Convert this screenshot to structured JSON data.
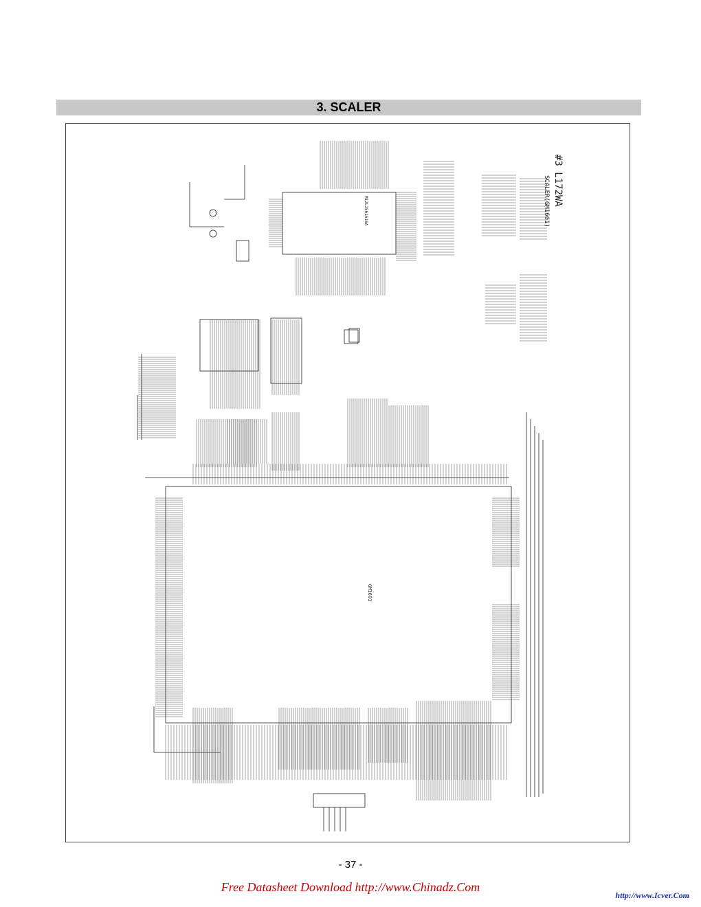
{
  "header": {
    "title": "3. SCALER"
  },
  "schematic": {
    "sheet_title": "#3 L172WA",
    "sheet_subtitle": "SCALER(GM1601)",
    "main_ic_label": "GM1601",
    "ram_label": "M12L2561616A"
  },
  "footer": {
    "page_number": "- 37 -",
    "download_link": "Free Datasheet Download http://www.Chinadz.Com",
    "corner_link": "http://www.Icver.Com"
  },
  "colors": {
    "title_bar": "#c8c8c8",
    "download_link": "#cc0000",
    "corner_link": "#1a2f9e"
  }
}
